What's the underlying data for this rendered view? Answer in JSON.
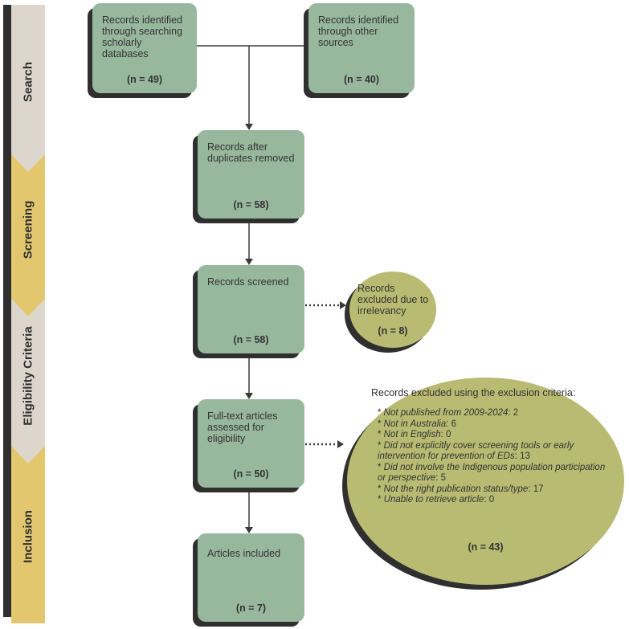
{
  "stages": [
    {
      "label": "Search",
      "color": "#ddd6cc"
    },
    {
      "label": "Screening",
      "color": "#e2c76f"
    },
    {
      "label": "Eligibility Criteria",
      "color": "#ddd6cc"
    },
    {
      "label": "Inclusion",
      "color": "#e2c76f"
    }
  ],
  "boxes": {
    "databases": {
      "text": "Records identified through searching scholarly databases",
      "n": "(n = 49)"
    },
    "other": {
      "text": "Records identified through other sources",
      "n": "(n = 40)"
    },
    "dedup": {
      "text": "Records after duplicates removed",
      "n": "(n = 58)"
    },
    "screened": {
      "text": "Records screened",
      "n": "(n = 58)"
    },
    "fulltext": {
      "text": "Full-text articles assessed for eligibility",
      "n": "(n = 50)"
    },
    "included": {
      "text": "Articles included",
      "n": "(n = 7)"
    }
  },
  "irrelevant": {
    "text": "Records excluded due to irrelevancy",
    "n": "(n = 8)"
  },
  "exclusion": {
    "title": "Records excluded using the exclusion criteria:",
    "items": [
      {
        "label": "Not published from 2009-2024",
        "value": ": 2"
      },
      {
        "label": "Not in Australia",
        "value": ": 6"
      },
      {
        "label": "Not in English",
        "value": ": 0"
      },
      {
        "label": "Did not explicitly cover screening tools or early intervention for prevention of EDs",
        "value": ": 13"
      },
      {
        "label": "Did not involve the Indigenous population participation or perspective",
        "value": ": 5"
      },
      {
        "label": "Not the right publication status/type",
        "value": ": 17"
      },
      {
        "label": "Unable to retrieve article",
        "value": ": 0"
      }
    ],
    "n": "(n = 43)"
  },
  "colors": {
    "box": "#98b89e",
    "oval": "#b9bb72",
    "shadow": "#2f2f2f",
    "line": "#3a3a3a"
  }
}
